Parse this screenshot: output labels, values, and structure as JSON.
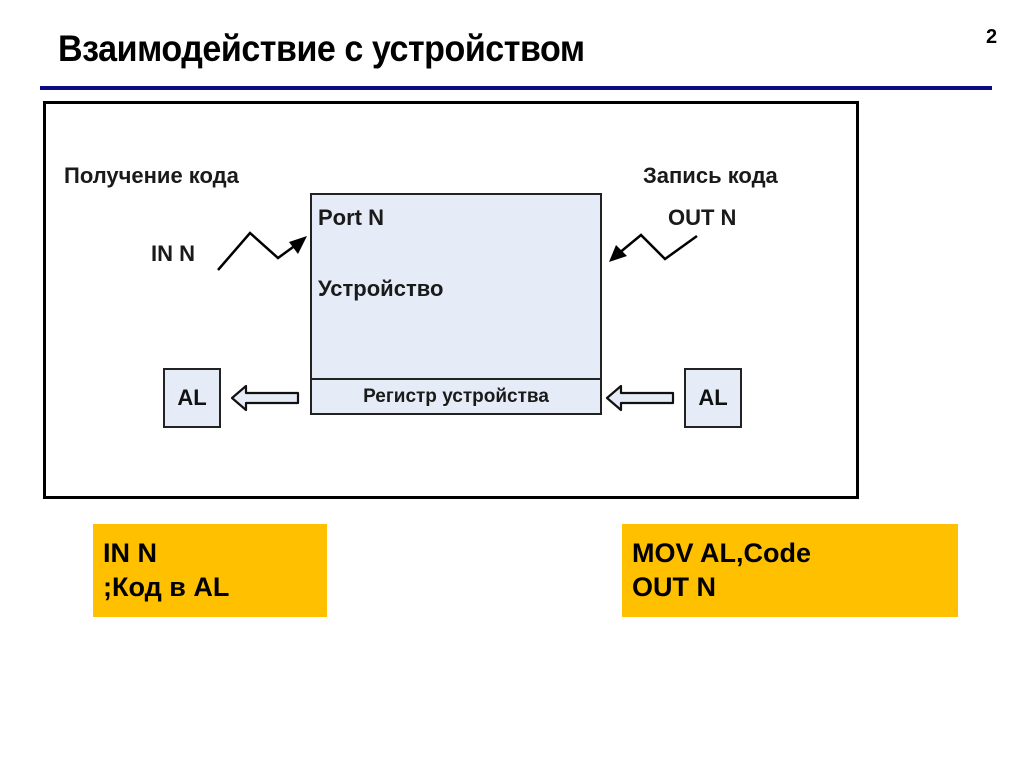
{
  "slide": {
    "title": "Взаимодействие с устройством",
    "page_number": "2",
    "accent_color": "#0a0a82",
    "code_box_color": "#ffc000",
    "device_fill_color": "#e6ecf7"
  },
  "diagram": {
    "left_heading": "Получение кода",
    "right_heading": "Запись кода",
    "in_label": "IN N",
    "out_label": "OUT N",
    "device": {
      "port_label": "Port N",
      "device_label": "Устройство",
      "register_label": "Регистр устройства"
    },
    "left_register": "AL",
    "right_register": "AL",
    "icons": {
      "in_arrow": "zigzag-arrow-right-icon",
      "out_arrow": "zigzag-arrow-left-icon",
      "left_block_arrow": "block-arrow-left-icon",
      "right_block_arrow": "block-arrow-left-icon"
    }
  },
  "code": {
    "left": {
      "line1": "IN N",
      "line2": ";Код в AL"
    },
    "right": {
      "line1": "MOV AL,Code",
      "line2": "OUT N"
    }
  }
}
